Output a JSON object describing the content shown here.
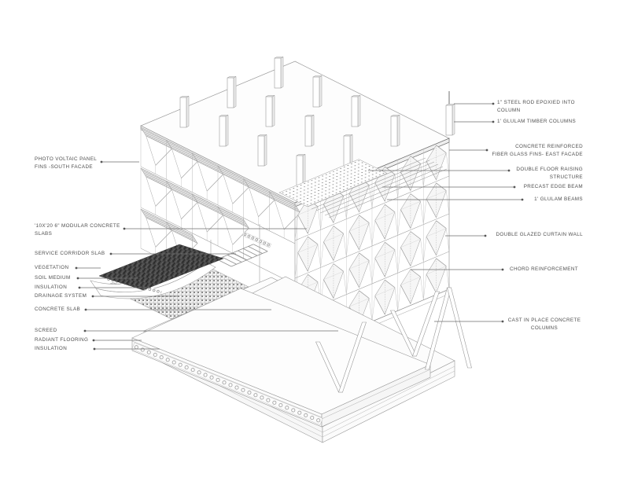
{
  "diagram_title": "building exploded axonometric",
  "colors": {
    "background": "#ffffff",
    "line": "#9b9b9b",
    "line_dark": "#6e6e6e",
    "text": "#4e4e4e",
    "hatch": "#e2e2e2",
    "vegetation": "#484848"
  },
  "labels": {
    "left": [
      {
        "id": "photo-voltaic-panel-fins",
        "text": "PHOTO VOLTAIC PANEL\nFINS -SOUTH FACADE"
      },
      {
        "id": "modular-concrete-slabs",
        "text": "'10X'20 6\" MODULAR CONCRETE\nSLABS"
      },
      {
        "id": "service-corridor-slab",
        "text": "SERVICE CORRIDOR SLAB"
      },
      {
        "id": "vegetation",
        "text": "VEGETATION"
      },
      {
        "id": "soil-medium",
        "text": "SOIL MEDIUM"
      },
      {
        "id": "insulation-roof",
        "text": "INSULATION"
      },
      {
        "id": "drainage-system",
        "text": "DRAINAGE SYSTEM"
      },
      {
        "id": "concrete-slab",
        "text": "CONCRETE SLAB"
      },
      {
        "id": "screed",
        "text": "SCREED"
      },
      {
        "id": "radiant-flooring",
        "text": "RADIANT FLOORING"
      },
      {
        "id": "insulation-floor",
        "text": "INSULATION"
      }
    ],
    "right": [
      {
        "id": "steel-rod",
        "text": "1\" STEEL ROD EPOXIED INTO\nCOLUMN"
      },
      {
        "id": "glulam-timber-columns",
        "text": "1' GLULAM TIMBER COLUMNS"
      },
      {
        "id": "fiber-glass-fins",
        "text": "CONCRETE REINFORCED\nFIBER GLASS FINS- EAST FACADE"
      },
      {
        "id": "double-floor-raising",
        "text": "DOUBLE FLOOR RAISING\nSTRUCTURE"
      },
      {
        "id": "precast-edge-beam",
        "text": "PRECAST EDGE BEAM"
      },
      {
        "id": "glulam-beams",
        "text": "1' GLULAM BEAMS"
      },
      {
        "id": "double-glazed-curtain-wall",
        "text": "DOUBLE GLAZED CURTAIN WALL"
      },
      {
        "id": "chord-reinforcement",
        "text": "CHORD  REINFORCEMENT"
      },
      {
        "id": "cast-in-place-columns",
        "text": "CAST IN PLACE CONCRETE\nCOLUMNS"
      }
    ]
  }
}
